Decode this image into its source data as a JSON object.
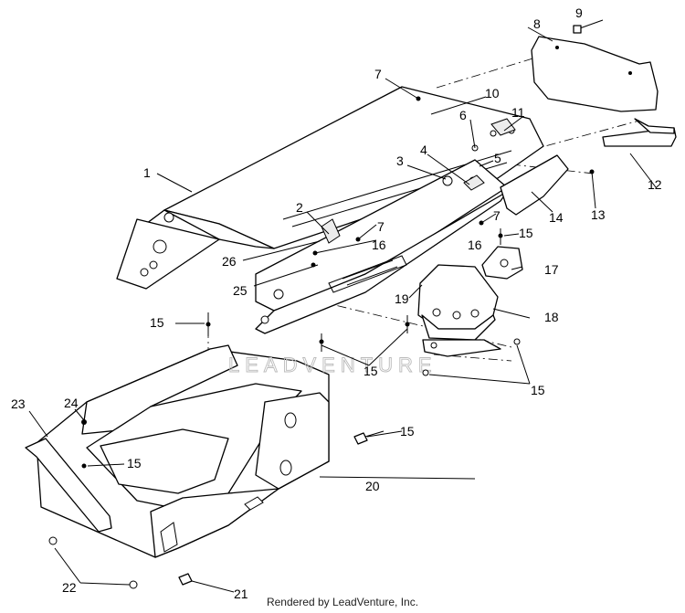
{
  "diagram": {
    "watermark": "LEADVENTURE",
    "footer": "Rendered by LeadVenture, Inc.",
    "callouts": [
      {
        "id": "1",
        "text": "1"
      },
      {
        "id": "2",
        "text": "2"
      },
      {
        "id": "3",
        "text": "3"
      },
      {
        "id": "4",
        "text": "4"
      },
      {
        "id": "5",
        "text": "5"
      },
      {
        "id": "6",
        "text": "6"
      },
      {
        "id": "7a",
        "text": "7"
      },
      {
        "id": "7b",
        "text": "7"
      },
      {
        "id": "7c",
        "text": "7"
      },
      {
        "id": "8",
        "text": "8"
      },
      {
        "id": "9",
        "text": "9"
      },
      {
        "id": "10",
        "text": "10"
      },
      {
        "id": "11",
        "text": "11"
      },
      {
        "id": "12",
        "text": "12"
      },
      {
        "id": "13",
        "text": "13"
      },
      {
        "id": "14",
        "text": "14"
      },
      {
        "id": "15a",
        "text": "15"
      },
      {
        "id": "15b",
        "text": "15"
      },
      {
        "id": "15c",
        "text": "15"
      },
      {
        "id": "15d",
        "text": "15"
      },
      {
        "id": "15e",
        "text": "15"
      },
      {
        "id": "15f",
        "text": "15"
      },
      {
        "id": "16a",
        "text": "16"
      },
      {
        "id": "16b",
        "text": "16"
      },
      {
        "id": "17",
        "text": "17"
      },
      {
        "id": "18",
        "text": "18"
      },
      {
        "id": "19",
        "text": "19"
      },
      {
        "id": "20",
        "text": "20"
      },
      {
        "id": "21",
        "text": "21"
      },
      {
        "id": "22",
        "text": "22"
      },
      {
        "id": "23",
        "text": "23"
      },
      {
        "id": "24",
        "text": "24"
      },
      {
        "id": "25",
        "text": "25"
      },
      {
        "id": "26",
        "text": "26"
      }
    ]
  }
}
